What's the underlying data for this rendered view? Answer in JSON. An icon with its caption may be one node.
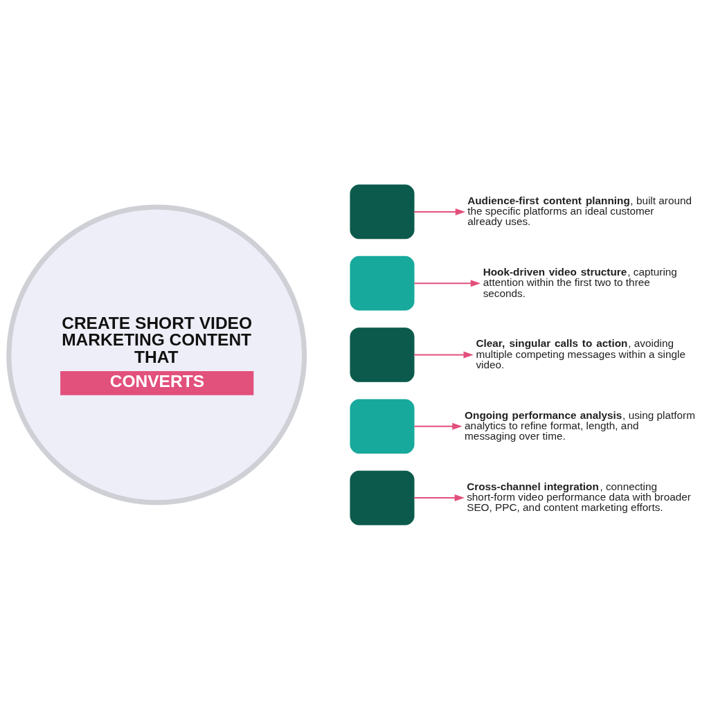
{
  "diagram": {
    "nodes": [
      {
        "text": [
          "CREATE SHORT VIDEO MARKETING CONTENT THAT",
          "CONVERTS"
        ]
      },
      {
        "text": [],
        "shape": "box"
      },
      {
        "text": [
          "**Audience-first content planning**, built around the specific platforms an ideal customer already uses."
        ]
      },
      {
        "text": [],
        "shape": "box"
      },
      {
        "text": [
          "**Hook-driven video structure**, capturing attention within the first two to three seconds."
        ]
      },
      {
        "text": [],
        "shape": "box"
      },
      {
        "text": [
          "**Clear, singular calls to action**, avoiding multiple competing messages within a single video."
        ]
      },
      {
        "text": [],
        "shape": "box"
      },
      {
        "text": [
          "**Ongoing performance analysis**, using platform analytics to refine format, length, and messaging over time."
        ]
      },
      {
        "text": [],
        "shape": "box"
      },
      {
        "text": [
          "**Cross-channel integration**, connecting short-form video performance data with broader SEO, PPC, and content marketing efforts."
        ]
      }
    ],
    "edges": [
      {
        "from": 1,
        "to": 2,
        "arrow": "to"
      },
      {
        "from": 3,
        "to": 4,
        "arrow": "to"
      },
      {
        "from": 5,
        "to": 6,
        "arrow": "to"
      },
      {
        "from": 7,
        "to": 8,
        "arrow": "to"
      },
      {
        "from": 9,
        "to": 10,
        "arrow": "to"
      }
    ]
  }
}
